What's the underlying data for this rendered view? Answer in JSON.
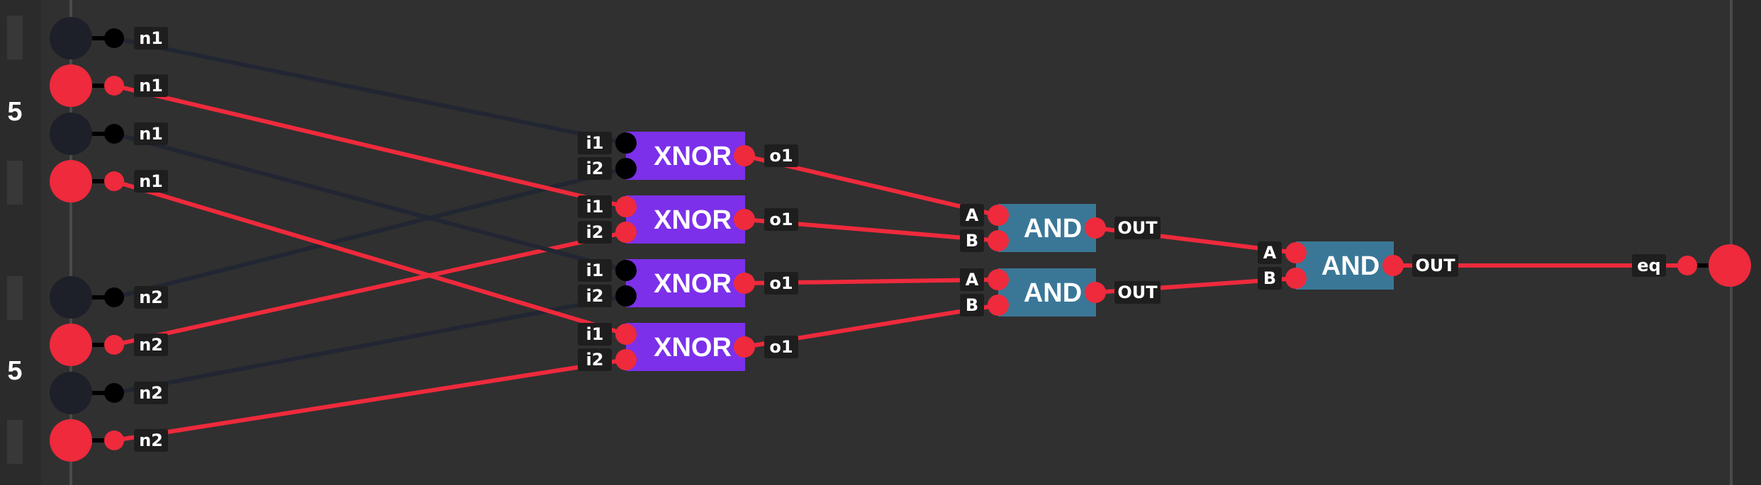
{
  "app": {
    "name": "logic-circuit-simulator"
  },
  "colors": {
    "background": "#303030",
    "left_rail": "#2b2b2b",
    "active": "#ee2a3c",
    "inactive_node": "#000000",
    "inactive_pin": "#1d2029",
    "inactive_wire": "#222633",
    "xnor_gate": "#7c30ea",
    "and_gate": "#3a7797",
    "label_bg": "#1e1e1e",
    "label_text": "#ffffff"
  },
  "input_groups": [
    {
      "value": "5"
    },
    {
      "value": "5"
    }
  ],
  "inputs": [
    {
      "label": "n1",
      "state": false
    },
    {
      "label": "n1",
      "state": true
    },
    {
      "label": "n1",
      "state": false
    },
    {
      "label": "n1",
      "state": true
    },
    {
      "label": "n2",
      "state": false
    },
    {
      "label": "n2",
      "state": true
    },
    {
      "label": "n2",
      "state": false
    },
    {
      "label": "n2",
      "state": true
    }
  ],
  "xnor_gates": [
    {
      "title": "XNOR",
      "in1": "i1",
      "in2": "i2",
      "out": "o1",
      "in1_state": false,
      "in2_state": false,
      "out_state": true
    },
    {
      "title": "XNOR",
      "in1": "i1",
      "in2": "i2",
      "out": "o1",
      "in1_state": true,
      "in2_state": true,
      "out_state": true
    },
    {
      "title": "XNOR",
      "in1": "i1",
      "in2": "i2",
      "out": "o1",
      "in1_state": false,
      "in2_state": false,
      "out_state": true
    },
    {
      "title": "XNOR",
      "in1": "i1",
      "in2": "i2",
      "out": "o1",
      "in1_state": true,
      "in2_state": true,
      "out_state": true
    }
  ],
  "and_gates_stage1": [
    {
      "title": "AND",
      "in_a": "A",
      "in_b": "B",
      "out": "OUT",
      "state": true
    },
    {
      "title": "AND",
      "in_a": "A",
      "in_b": "B",
      "out": "OUT",
      "state": true
    }
  ],
  "and_gate_final": {
    "title": "AND",
    "in_a": "A",
    "in_b": "B",
    "out": "OUT",
    "state": true
  },
  "output": {
    "label": "eq",
    "state": true
  }
}
